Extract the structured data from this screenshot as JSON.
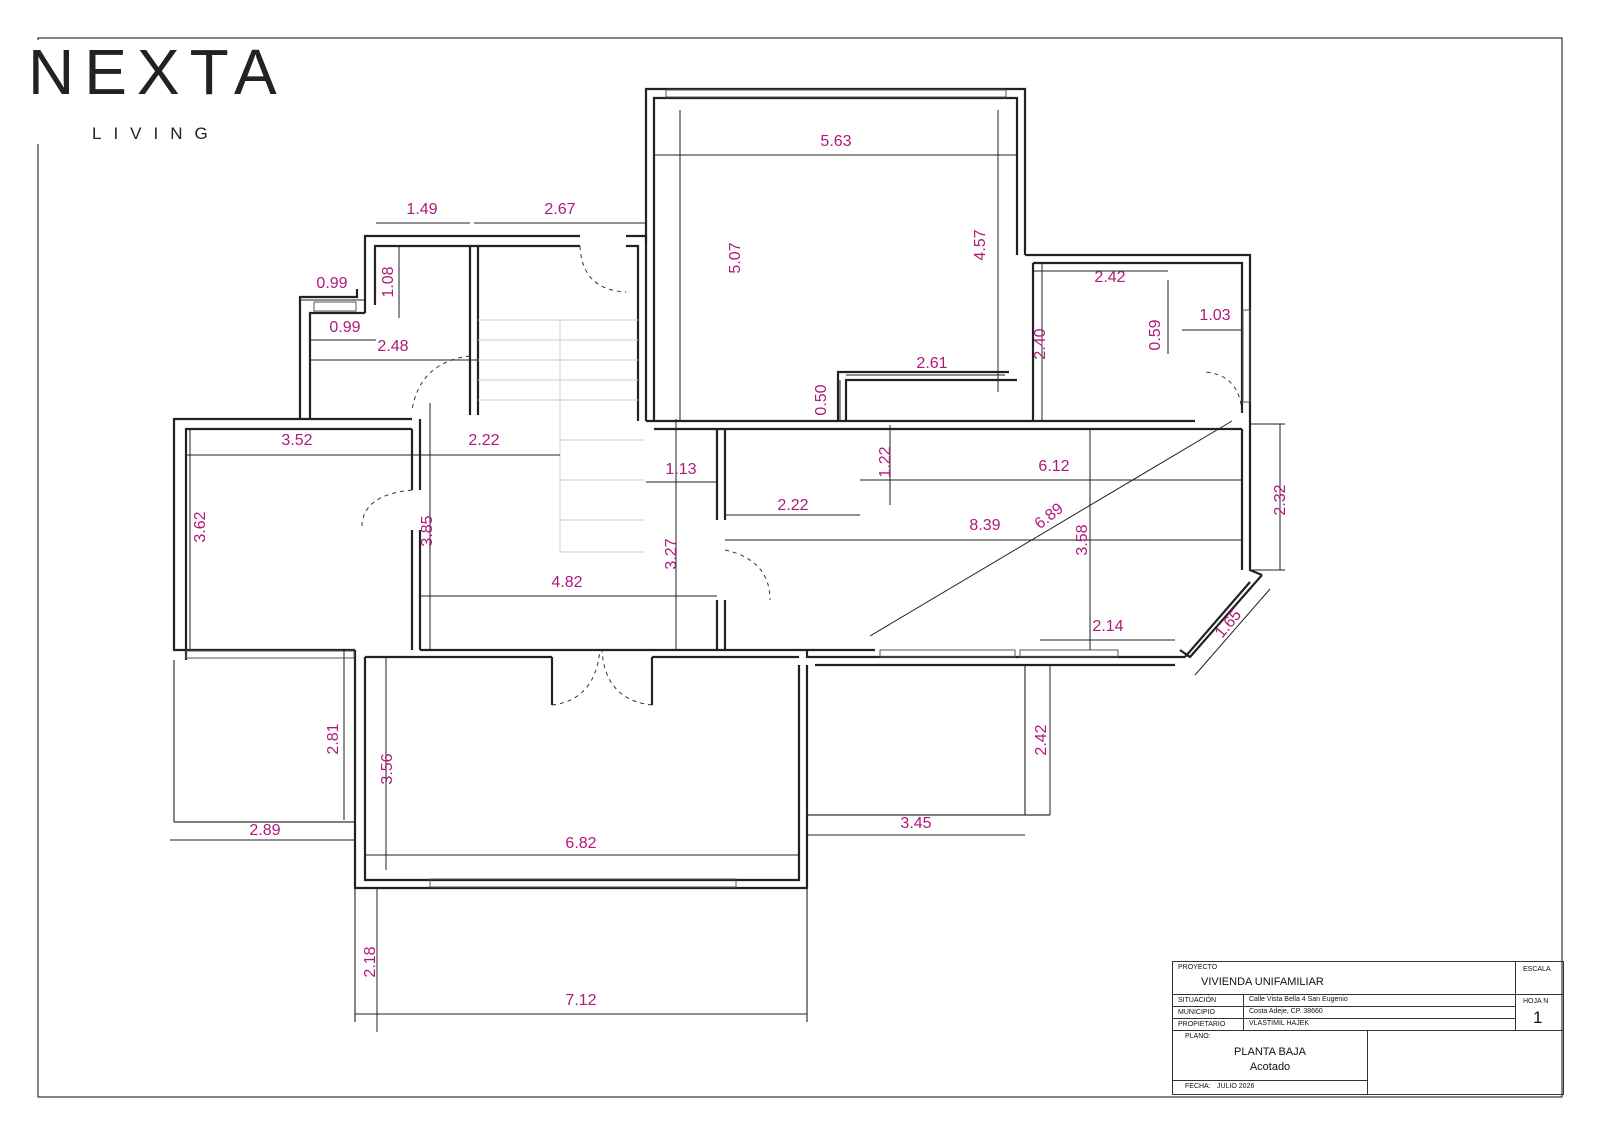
{
  "brand": {
    "name": "NEXTA",
    "tagline": "LIVING"
  },
  "dimensions": [
    "5.63",
    "5.07",
    "4.57",
    "1.49",
    "2.67",
    "0.99",
    "1.08",
    "0.99",
    "2.48",
    "2.42",
    "1.03",
    "0.59",
    "2.40",
    "2.61",
    "0.50",
    "3.52",
    "2.22",
    "3.62",
    "3.85",
    "1.13",
    "1.22",
    "6.12",
    "2.32",
    "2.22",
    "8.39",
    "6.89",
    "3.58",
    "3.27",
    "4.82",
    "2.14",
    "1.65",
    "2.81",
    "3.56",
    "2.42",
    "2.89",
    "6.82",
    "3.45",
    "2.18",
    "7.12"
  ],
  "title_block": {
    "proyecto_label": "PROYECTO",
    "proyecto": "VIVIENDA UNIFAMILIAR",
    "escala_label": "ESCALA",
    "situacion_label": "SITUACIÓN",
    "situacion": "Calle Vista Bella 4  San Eugenio",
    "municipio_label": "MUNICIPIO",
    "municipio": "Costa Adeje, CP. 38660",
    "propietario_label": "PROPIETARIO",
    "propietario": "VLASTIMIL HAJEK",
    "hoja_label": "HOJA N",
    "hoja": "1",
    "plano_label": "PLANO:",
    "plano": "PLANTA BAJA",
    "plano_sub": "Acotado",
    "fecha_label": "FECHA:",
    "fecha": "JULIO 2026"
  }
}
